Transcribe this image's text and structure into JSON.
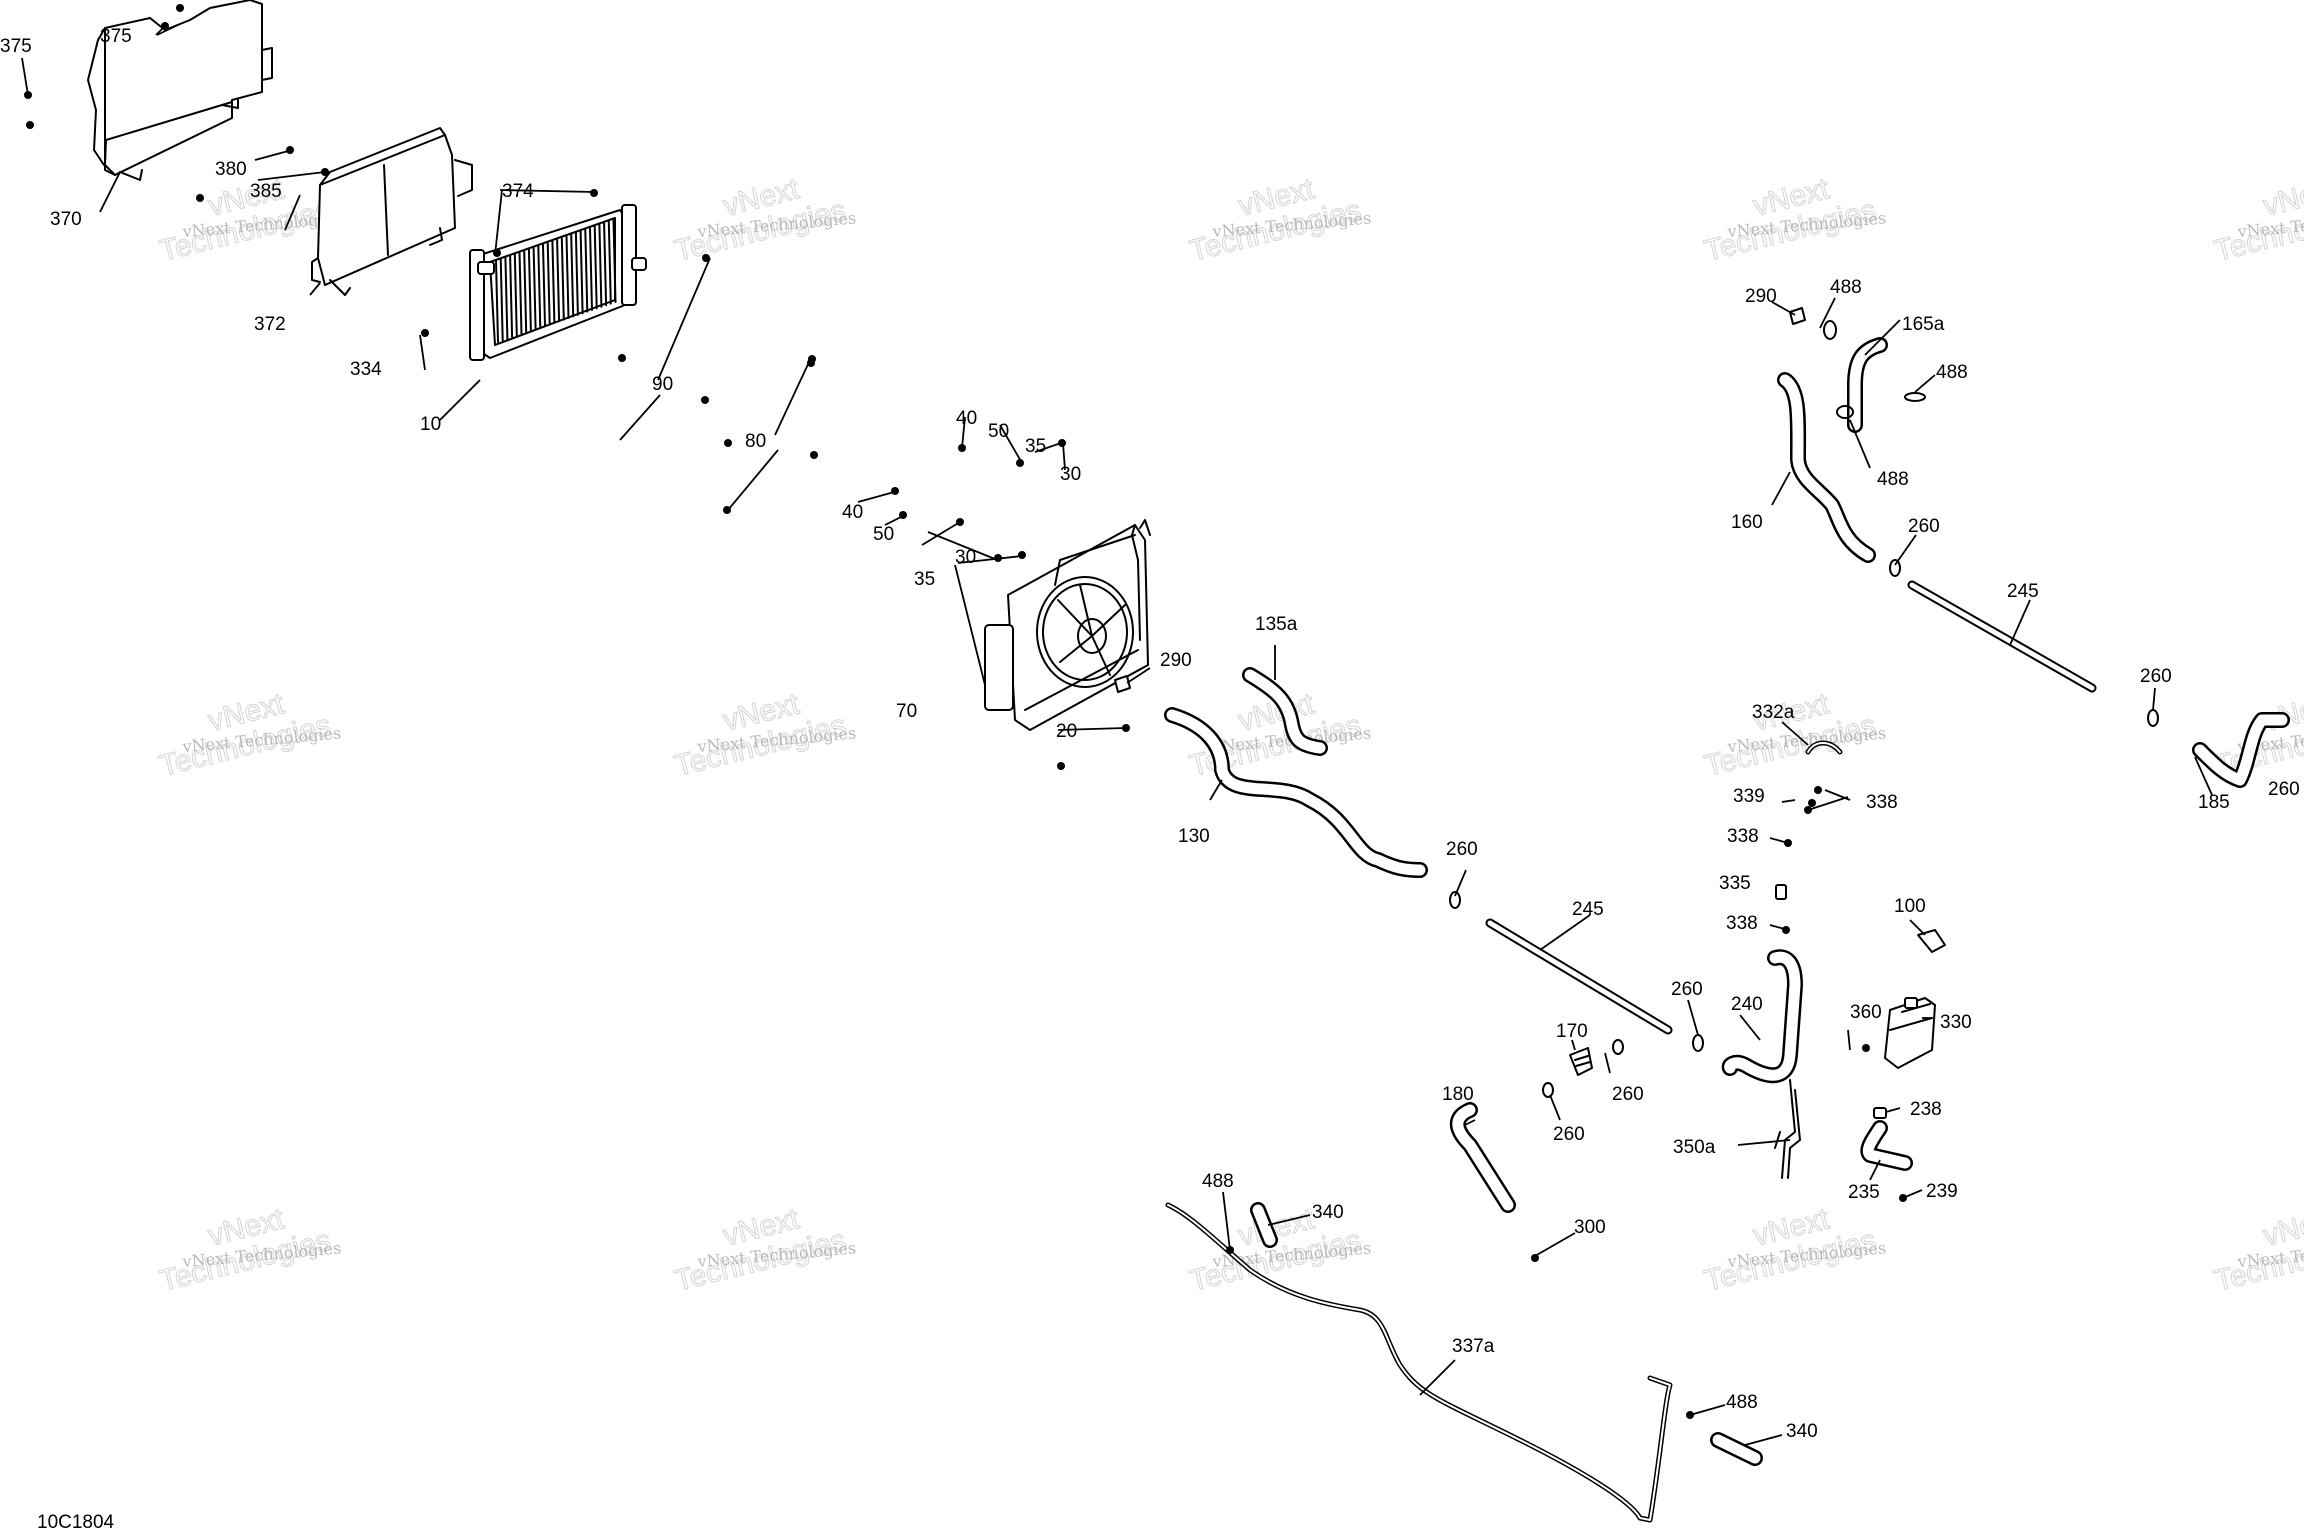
{
  "watermark": {
    "line1": "vNext",
    "line2": "Technologies"
  },
  "diagram_code": "10C1804",
  "callouts": [
    "375",
    "375",
    "370",
    "380",
    "385",
    "372",
    "374",
    "334",
    "10",
    "90",
    "80",
    "40",
    "50",
    "35",
    "30",
    "40",
    "50",
    "35",
    "30",
    "70",
    "290",
    "20",
    "135a",
    "130",
    "260",
    "245",
    "260",
    "170",
    "260",
    "260",
    "180",
    "300",
    "488",
    "340",
    "337a",
    "488",
    "340",
    "290",
    "488",
    "165a",
    "488",
    "488",
    "160",
    "260",
    "245",
    "260",
    "185",
    "260",
    "332a",
    "339",
    "338",
    "338",
    "335",
    "338",
    "240",
    "100",
    "360",
    "330",
    "238",
    "350a",
    "235",
    "239"
  ]
}
